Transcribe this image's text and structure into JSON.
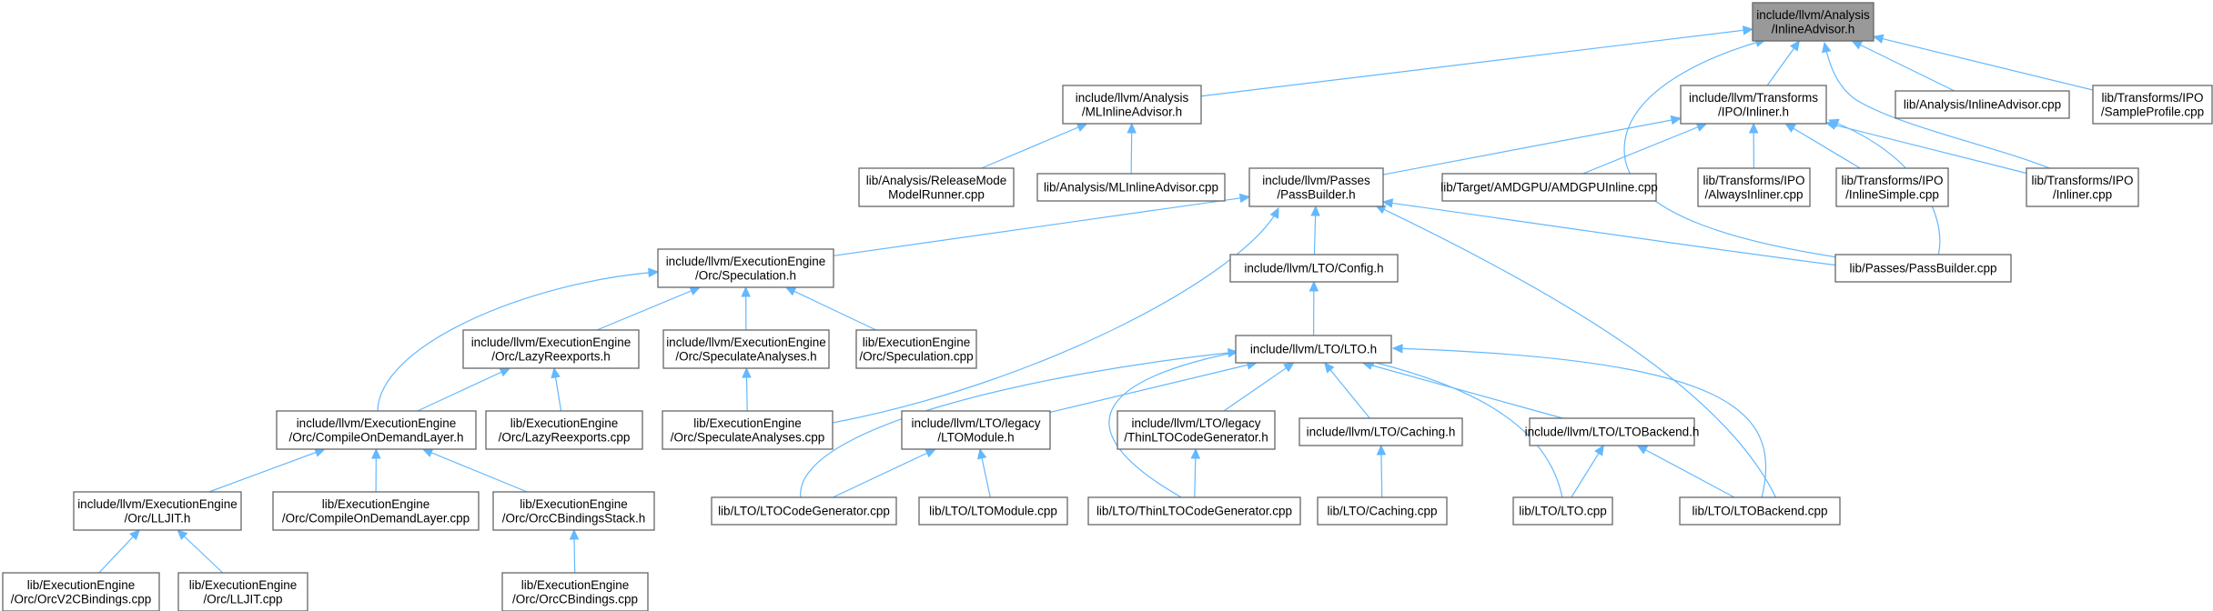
{
  "nodes": {
    "n0": {
      "lines": [
        "include/llvm/Analysis",
        "/InlineAdvisor.h"
      ]
    },
    "n1": {
      "lines": [
        "include/llvm/Analysis",
        "/MLInlineAdvisor.h"
      ]
    },
    "n2": {
      "lines": [
        "include/llvm/Transforms",
        "/IPO/Inliner.h"
      ]
    },
    "n3": {
      "lines": [
        "lib/Analysis/InlineAdvisor.cpp"
      ]
    },
    "n4": {
      "lines": [
        "lib/Transforms/IPO",
        "/SampleProfile.cpp"
      ]
    },
    "n5": {
      "lines": [
        "lib/Analysis/ReleaseMode",
        "ModelRunner.cpp"
      ]
    },
    "n6": {
      "lines": [
        "lib/Analysis/MLInlineAdvisor.cpp"
      ]
    },
    "n7": {
      "lines": [
        "include/llvm/Passes",
        "/PassBuilder.h"
      ]
    },
    "n8": {
      "lines": [
        "lib/Target/AMDGPU/AMDGPUInline.cpp"
      ]
    },
    "n9": {
      "lines": [
        "lib/Transforms/IPO",
        "/AlwaysInliner.cpp"
      ]
    },
    "n10": {
      "lines": [
        "lib/Transforms/IPO",
        "/InlineSimple.cpp"
      ]
    },
    "n11": {
      "lines": [
        "lib/Transforms/IPO",
        "/Inliner.cpp"
      ]
    },
    "n12": {
      "lines": [
        "lib/Passes/PassBuilder.cpp"
      ]
    },
    "n13": {
      "lines": [
        "include/llvm/ExecutionEngine",
        "/Orc/Speculation.h"
      ]
    },
    "n14": {
      "lines": [
        "include/llvm/LTO/Config.h"
      ]
    },
    "n15": {
      "lines": [
        "include/llvm/ExecutionEngine",
        "/Orc/LazyReexports.h"
      ]
    },
    "n16": {
      "lines": [
        "include/llvm/ExecutionEngine",
        "/Orc/SpeculateAnalyses.h"
      ]
    },
    "n17": {
      "lines": [
        "lib/ExecutionEngine",
        "/Orc/Speculation.cpp"
      ]
    },
    "n18": {
      "lines": [
        "include/llvm/LTO/LTO.h"
      ]
    },
    "n19": {
      "lines": [
        "include/llvm/ExecutionEngine",
        "/Orc/CompileOnDemandLayer.h"
      ]
    },
    "n20": {
      "lines": [
        "lib/ExecutionEngine",
        "/Orc/LazyReexports.cpp"
      ]
    },
    "n21": {
      "lines": [
        "lib/ExecutionEngine",
        "/Orc/SpeculateAnalyses.cpp"
      ]
    },
    "n22": {
      "lines": [
        "include/llvm/LTO/legacy",
        "/LTOModule.h"
      ]
    },
    "n23": {
      "lines": [
        "include/llvm/LTO/legacy",
        "/ThinLTOCodeGenerator.h"
      ]
    },
    "n24": {
      "lines": [
        "include/llvm/LTO/Caching.h"
      ]
    },
    "n25": {
      "lines": [
        "include/llvm/LTO/LTOBackend.h"
      ]
    },
    "n26": {
      "lines": [
        "include/llvm/ExecutionEngine",
        "/Orc/LLJIT.h"
      ]
    },
    "n27": {
      "lines": [
        "lib/ExecutionEngine",
        "/Orc/CompileOnDemandLayer.cpp"
      ]
    },
    "n28": {
      "lines": [
        "lib/ExecutionEngine",
        "/Orc/OrcCBindingsStack.h"
      ]
    },
    "n29": {
      "lines": [
        "lib/LTO/LTOCodeGenerator.cpp"
      ]
    },
    "n30": {
      "lines": [
        "lib/LTO/LTOModule.cpp"
      ]
    },
    "n31": {
      "lines": [
        "lib/LTO/ThinLTOCodeGenerator.cpp"
      ]
    },
    "n32": {
      "lines": [
        "lib/LTO/Caching.cpp"
      ]
    },
    "n33": {
      "lines": [
        "lib/LTO/LTO.cpp"
      ]
    },
    "n34": {
      "lines": [
        "lib/LTO/LTOBackend.cpp"
      ]
    },
    "n35": {
      "lines": [
        "lib/ExecutionEngine",
        "/Orc/OrcV2CBindings.cpp"
      ]
    },
    "n36": {
      "lines": [
        "lib/ExecutionEngine",
        "/Orc/LLJIT.cpp"
      ]
    },
    "n37": {
      "lines": [
        "lib/ExecutionEngine",
        "/Orc/OrcCBindings.cpp"
      ]
    }
  },
  "edges": [
    [
      "n1",
      "n0"
    ],
    [
      "n2",
      "n0"
    ],
    [
      "n3",
      "n0"
    ],
    [
      "n4",
      "n0"
    ],
    [
      "n11",
      "n0"
    ],
    [
      "n12",
      "n0"
    ],
    [
      "n5",
      "n1"
    ],
    [
      "n6",
      "n1"
    ],
    [
      "n7",
      "n2"
    ],
    [
      "n8",
      "n2"
    ],
    [
      "n9",
      "n2"
    ],
    [
      "n10",
      "n2"
    ],
    [
      "n11",
      "n2"
    ],
    [
      "n12",
      "n2"
    ],
    [
      "n13",
      "n7"
    ],
    [
      "n14",
      "n7"
    ],
    [
      "n12",
      "n7"
    ],
    [
      "n21",
      "n7"
    ],
    [
      "n34",
      "n7"
    ],
    [
      "n15",
      "n13"
    ],
    [
      "n16",
      "n13"
    ],
    [
      "n17",
      "n13"
    ],
    [
      "n19",
      "n13"
    ],
    [
      "n18",
      "n14"
    ],
    [
      "n19",
      "n15"
    ],
    [
      "n20",
      "n15"
    ],
    [
      "n21",
      "n16"
    ],
    [
      "n22",
      "n18"
    ],
    [
      "n23",
      "n18"
    ],
    [
      "n24",
      "n18"
    ],
    [
      "n25",
      "n18"
    ],
    [
      "n29",
      "n18"
    ],
    [
      "n31",
      "n18"
    ],
    [
      "n33",
      "n18"
    ],
    [
      "n34",
      "n18"
    ],
    [
      "n26",
      "n19"
    ],
    [
      "n27",
      "n19"
    ],
    [
      "n28",
      "n19"
    ],
    [
      "n29",
      "n22"
    ],
    [
      "n30",
      "n22"
    ],
    [
      "n31",
      "n23"
    ],
    [
      "n32",
      "n24"
    ],
    [
      "n33",
      "n25"
    ],
    [
      "n34",
      "n25"
    ],
    [
      "n35",
      "n26"
    ],
    [
      "n36",
      "n26"
    ],
    [
      "n37",
      "n28"
    ]
  ]
}
